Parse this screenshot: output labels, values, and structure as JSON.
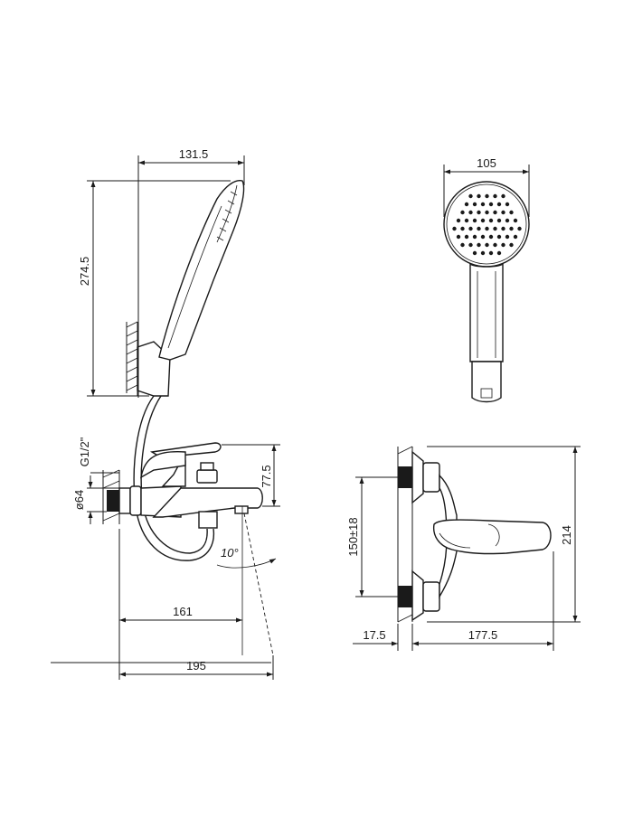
{
  "dimensions": {
    "handshower_width": "131.5",
    "handshower_length": "274.5",
    "thread": "G1/2\"",
    "flange_diameter": "ø64",
    "lever_height": "77.5",
    "spout_angle": "10°",
    "spout_reach": "161",
    "overall_reach": "195",
    "head_diameter": "105",
    "centers": "150±18",
    "overall_height": "214",
    "wall_offset": "17.5",
    "mixer_depth": "177.5"
  },
  "colors": {
    "line": "#1a1a1a",
    "background": "#ffffff"
  }
}
